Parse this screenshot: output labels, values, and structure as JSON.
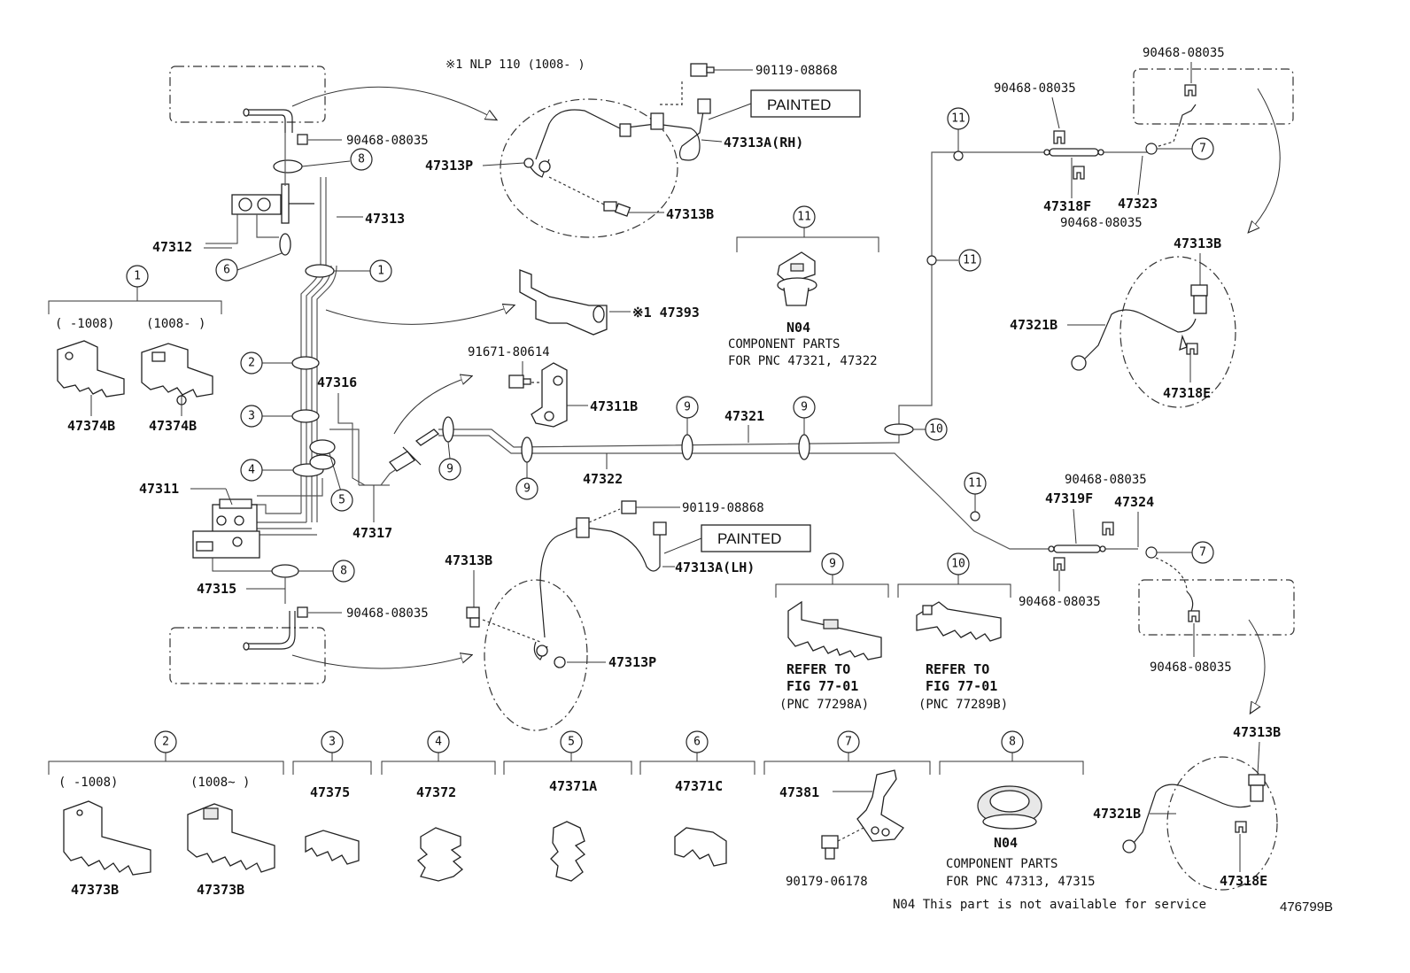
{
  "labels": {
    "nlp_note": "※1 NLP 110 (1008-  )",
    "p90119_top": "90119-08868",
    "painted_top": "PAINTED",
    "p47313A_rh": "47313A(RH)",
    "p47313P_top": "47313P",
    "p47313B_top": "47313B",
    "p90468_tl": "90468-08035",
    "p47313": "47313",
    "p47312": "47312",
    "p47393": "※1 47393",
    "range_old_1": "(    -1008)",
    "range_new_1": "(1008-   )",
    "p47374B_a": "47374B",
    "p47374B_b": "47374B",
    "p47316": "47316",
    "p91671": "91671-80614",
    "p47311B": "47311B",
    "p47321": "47321",
    "p47322": "47322",
    "p47311": "47311",
    "p47317": "47317",
    "p47315": "47315",
    "p90119_bot": "90119-08868",
    "painted_bot": "PAINTED",
    "p47313A_lh": "47313A(LH)",
    "p47313B_bot": "47313B",
    "p47313P_bot": "47313P",
    "p90468_bl": "90468-08035",
    "n04_mid": "N04",
    "comp_parts_mid": "COMPONENT PARTS",
    "for_pnc_mid": "FOR PNC 47321, 47322",
    "p90468_tr_a": "90468-08035",
    "p90468_tr_b": "90468-08035",
    "p47318F": "47318F",
    "p47323": "47323",
    "p90468_tr_c": "90468-08035",
    "p47313B_r1": "47313B",
    "p47321B_r1": "47321B",
    "p47318E_r1": "47318E",
    "p90468_r2a": "90468-08035",
    "p47319F": "47319F",
    "p47324": "47324",
    "p90468_r2b": "90468-08035",
    "p90468_r2c": "90468-08035",
    "p47313B_r2": "47313B",
    "p47321B_r2": "47321B",
    "p47318E_r2": "47318E",
    "refer_to_9": "REFER TO",
    "fig_9": "FIG 77-01",
    "pnc_9": "(PNC 77298A)",
    "refer_to_10": "REFER TO",
    "fig_10": "FIG 77-01",
    "pnc_10": "(PNC 77289B)",
    "range_old_2": "(    -1008)",
    "range_new_2": "(1008~    )",
    "p47373B_a": "47373B",
    "p47373B_b": "47373B",
    "p47375": "47375",
    "p47372": "47372",
    "p47371A": "47371A",
    "p47371C": "47371C",
    "p47381": "47381",
    "p90179": "90179-06178",
    "n04_bot": "N04",
    "comp_parts_bot": "COMPONENT PARTS",
    "for_pnc_bot": "FOR PNC 47313, 47315",
    "footnote": "N04 This part is not available for service",
    "fig_id": "476799B"
  },
  "callouts": [
    "1",
    "2",
    "3",
    "4",
    "5",
    "6",
    "7",
    "8",
    "9",
    "10",
    "11"
  ]
}
